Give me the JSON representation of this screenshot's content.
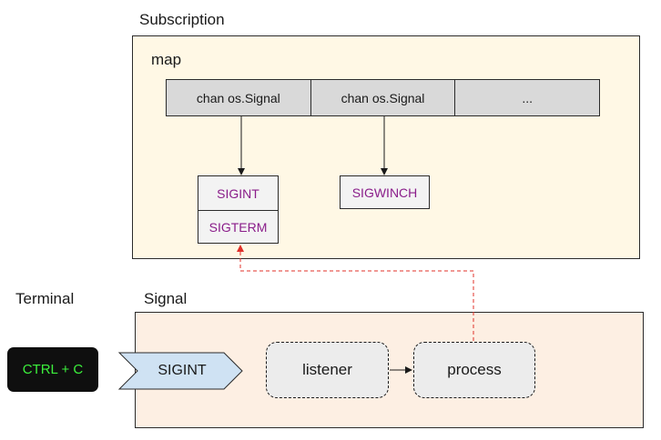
{
  "subscription": {
    "title": "Subscription",
    "map_label": "map",
    "map_cells": [
      "chan os.Signal",
      "chan os.Signal",
      "..."
    ],
    "signal_set_1": [
      "SIGINT",
      "SIGTERM"
    ],
    "signal_set_2": [
      "SIGWINCH"
    ]
  },
  "terminal": {
    "title": "Terminal",
    "key_label": "CTRL + C"
  },
  "signal": {
    "title": "Signal",
    "incoming": "SIGINT",
    "listener": "listener",
    "process": "process"
  },
  "colors": {
    "subscription_bg": "#fff8e5",
    "signal_bg": "#fdefe3",
    "map_cell_bg": "#d9d9d9",
    "signal_name_text": "#8a1d8a",
    "terminal_key_bg": "#0f0f0f",
    "terminal_key_text": "#3cf03c",
    "incoming_signal_fill": "#cfe2f3",
    "dashed_link": "#e0302a"
  }
}
